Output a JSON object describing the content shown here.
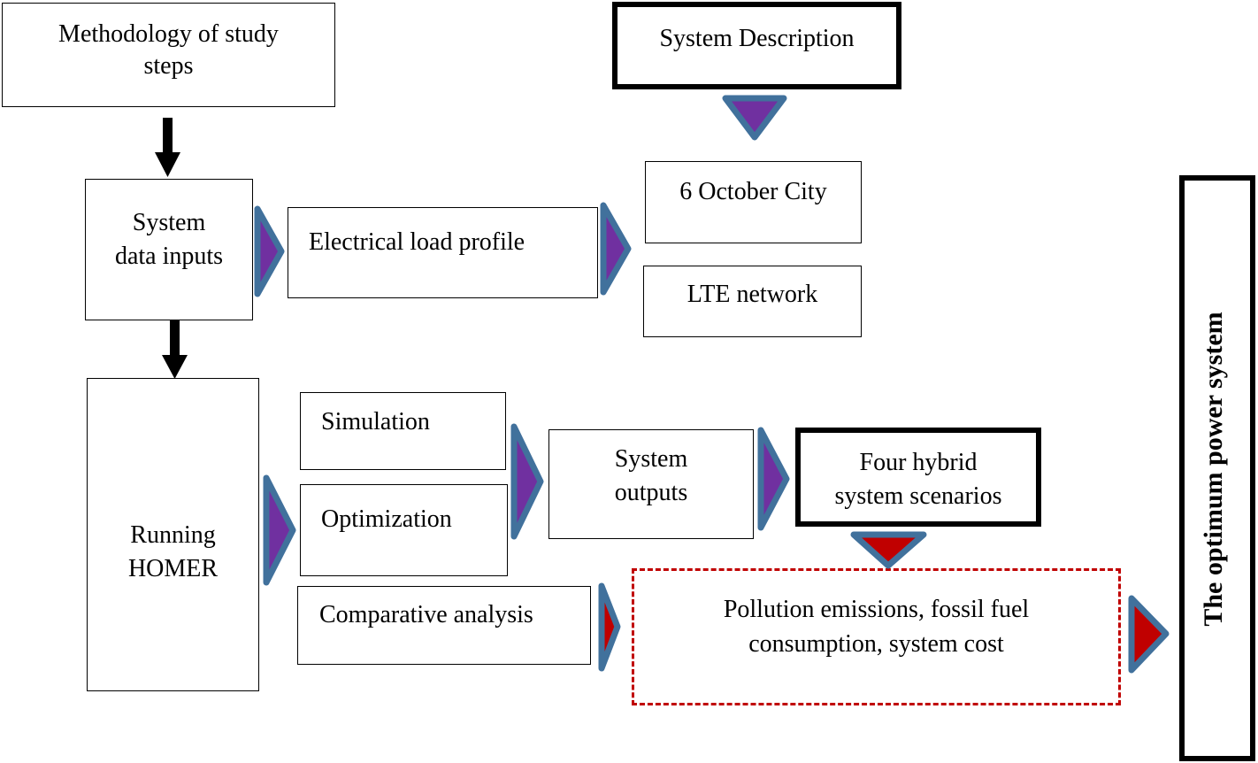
{
  "nodes": {
    "methodology": "Methodology of study steps",
    "methodology_line1": "Methodology of study",
    "methodology_line2": "steps",
    "system_description": "System Description",
    "system_inputs_line1": "System",
    "system_inputs_line2": "data inputs",
    "electrical_load": "Electrical load profile",
    "city": "6 October City",
    "lte": "LTE network",
    "running_line1": "Running",
    "running_line2": "HOMER",
    "simulation": "Simulation",
    "optimization": "Optimization",
    "comparative": "Comparative analysis",
    "outputs_line1": "System",
    "outputs_line2": "outputs",
    "scenarios_line1": "Four hybrid",
    "scenarios_line2": "system scenarios",
    "pollution_line1": "Pollution emissions, fossil fuel",
    "pollution_line2": "consumption, system cost",
    "optimum": "The optimum power system"
  },
  "colors": {
    "arrow_fill_purple": "#7030a0",
    "arrow_fill_red": "#c00000",
    "arrow_outline": "#41719c",
    "dashed_border": "#c00000"
  }
}
